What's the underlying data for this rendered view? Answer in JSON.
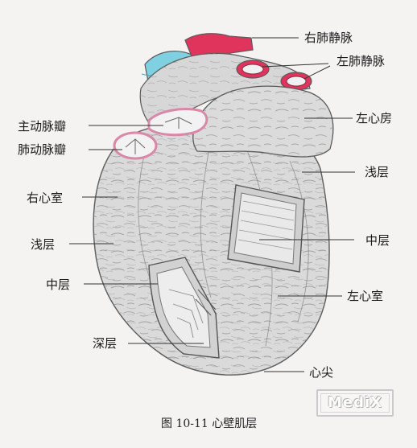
{
  "labels": {
    "right_pulmonary_vein": "右肺静脉",
    "left_pulmonary_vein": "左肺静脉",
    "left_atrium": "左心房",
    "aortic_valve": "主动脉瓣",
    "pulmonary_valve": "肺动脉瓣",
    "superficial_layer_right": "浅层",
    "right_ventricle": "右心室",
    "superficial_layer_left": "浅层",
    "middle_layer_right": "中层",
    "middle_layer_left": "中层",
    "left_ventricle": "左心室",
    "deep_layer": "深层",
    "apex": "心尖"
  },
  "caption": "图 10-11   心壁肌层",
  "watermark": "MediX",
  "colors": {
    "background": "#f4f3f1",
    "myocardium": "#d9d9d9",
    "vein_red": "#e0315a",
    "aorta_blue": "#79cfe0",
    "valve_pink": "#e7a7bf"
  }
}
